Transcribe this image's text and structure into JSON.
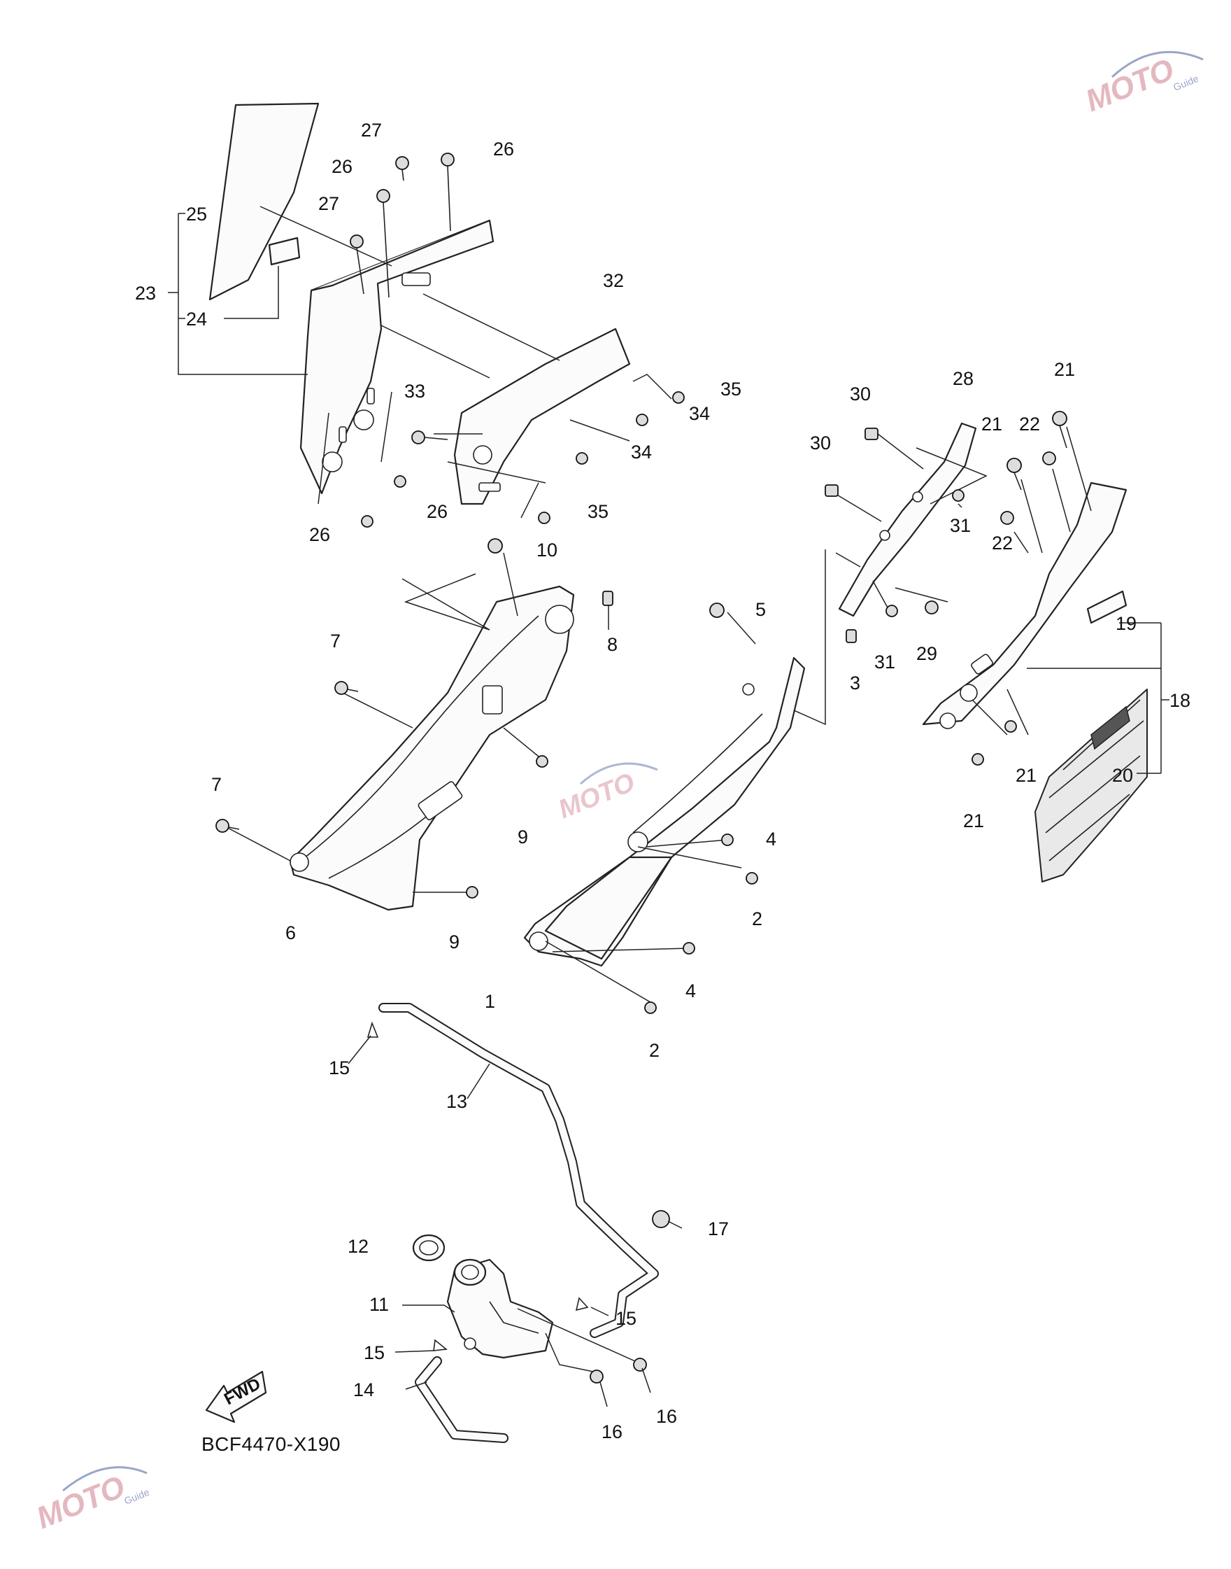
{
  "diagram_code": "BCF4470-X190",
  "fwd_label": "FWD",
  "watermark": {
    "brand": "MOTO",
    "sub": "Guide",
    "colors": {
      "text": "#e4b8c0",
      "swoosh": "#9aa6c8"
    }
  },
  "callouts": {
    "c1": "1",
    "c2a": "2",
    "c2b": "2",
    "c3": "3",
    "c4a": "4",
    "c4b": "4",
    "c5": "5",
    "c6": "6",
    "c7a": "7",
    "c7b": "7",
    "c8": "8",
    "c9a": "9",
    "c9b": "9",
    "c10": "10",
    "c11": "11",
    "c12": "12",
    "c13": "13",
    "c14": "14",
    "c15a": "15",
    "c15b": "15",
    "c15c": "15",
    "c16a": "16",
    "c16b": "16",
    "c17": "17",
    "c18": "18",
    "c19": "19",
    "c20": "20",
    "c21a": "21",
    "c21b": "21",
    "c21c": "21",
    "c21d": "21",
    "c22a": "22",
    "c22b": "22",
    "c23": "23",
    "c24": "24",
    "c25": "25",
    "c26a": "26",
    "c26b": "26",
    "c26c": "26",
    "c26d": "26",
    "c27a": "27",
    "c27b": "27",
    "c28": "28",
    "c29": "29",
    "c30a": "30",
    "c30b": "30",
    "c31a": "31",
    "c31b": "31",
    "c32": "32",
    "c33": "33",
    "c34a": "34",
    "c34b": "34",
    "c35a": "35",
    "c35b": "35"
  }
}
